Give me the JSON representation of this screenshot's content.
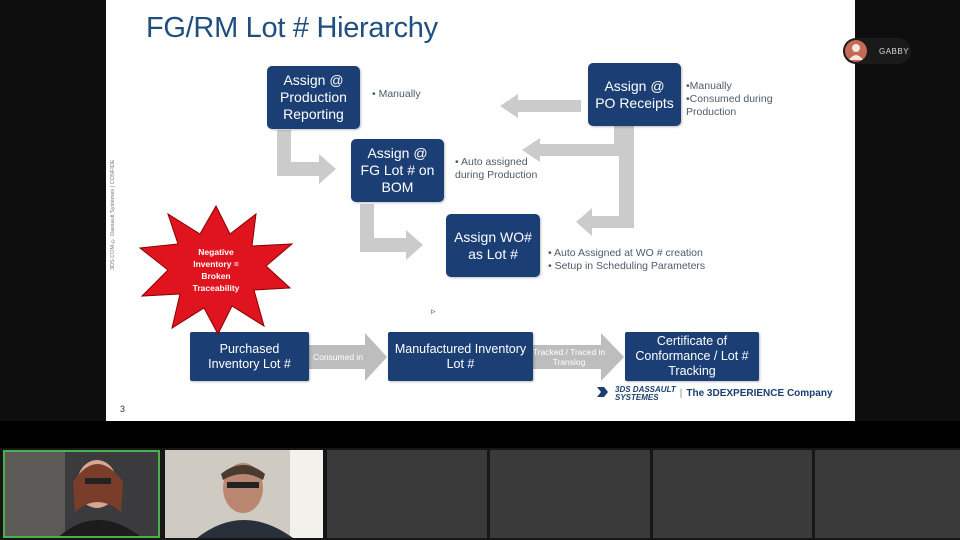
{
  "slide": {
    "title": "FG/RM Lot # Hierarchy",
    "number": "3",
    "side_text": "3DS.COM © Dassault Systèmes | CONFIDENTIAL",
    "boxes": {
      "production": "Assign @\nProduction\nReporting",
      "po_receipts": "Assign @\nPO Receipts",
      "fg_lot": "Assign @\nFG Lot # on\nBOM",
      "wo": "Assign WO#\nas Lot #",
      "purchased": "Purchased\nInventory Lot #",
      "manufactured": "Manufactured Inventory\nLot #",
      "certificate": "Certificate of\nConformance / Lot #\nTracking"
    },
    "notes": {
      "production": "• Manually",
      "po_receipts": "•Manually\n•Consumed during\n  Production",
      "fg_lot": "• Auto assigned\n  during Production",
      "wo": "• Auto Assigned at WO # creation\n• Setup in Scheduling Parameters"
    },
    "arrow_labels": {
      "consumed_in": "Consumed in",
      "tracked": "Tracked / Traced in\nTranslog"
    },
    "starburst": "Negative\nInventory =\nBroken\nTraceability",
    "logo": {
      "brand": "3DS DASSAULT\nSYSTEMES",
      "separator": "|",
      "tagline": "The 3DEXPERIENCE Company"
    }
  },
  "participant_badge": {
    "name": "GABBY"
  },
  "colors": {
    "box": "#1b3f74",
    "arrow": "#c9c9c9",
    "star": "#e0141e",
    "title": "#1f4f7f"
  }
}
